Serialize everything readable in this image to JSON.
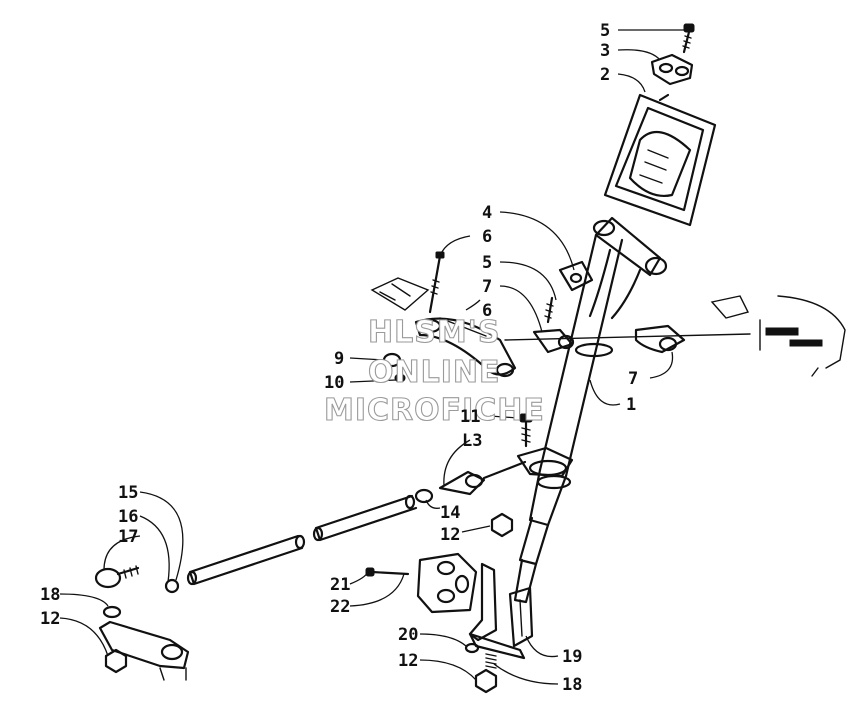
{
  "callouts": [
    {
      "id": "c-5-top",
      "text": "5"
    },
    {
      "id": "c-3",
      "text": "3"
    },
    {
      "id": "c-2",
      "text": "2"
    },
    {
      "id": "c-4",
      "text": "4"
    },
    {
      "id": "c-6-top",
      "text": "6"
    },
    {
      "id": "c-5-mid",
      "text": "5"
    },
    {
      "id": "c-7-left",
      "text": "7"
    },
    {
      "id": "c-6-mid",
      "text": "6"
    },
    {
      "id": "c-9",
      "text": "9"
    },
    {
      "id": "c-10",
      "text": "10"
    },
    {
      "id": "c-7-right",
      "text": "7"
    },
    {
      "id": "c-1",
      "text": "1"
    },
    {
      "id": "c-11",
      "text": "11"
    },
    {
      "id": "c-13",
      "text": "L3"
    },
    {
      "id": "c-15",
      "text": "15"
    },
    {
      "id": "c-16",
      "text": "16"
    },
    {
      "id": "c-17",
      "text": "17"
    },
    {
      "id": "c-14",
      "text": "14"
    },
    {
      "id": "c-12-mid",
      "text": "12"
    },
    {
      "id": "c-21",
      "text": "21"
    },
    {
      "id": "c-22",
      "text": "22"
    },
    {
      "id": "c-18-left",
      "text": "18"
    },
    {
      "id": "c-12-left",
      "text": "12"
    },
    {
      "id": "c-20",
      "text": "20"
    },
    {
      "id": "c-19",
      "text": "19"
    },
    {
      "id": "c-12-bottom",
      "text": "12"
    },
    {
      "id": "c-18-bottom",
      "text": "18"
    }
  ],
  "watermark": {
    "line1": "HLSM'S",
    "line2": "ONLINE",
    "line3": "MICROFICHE"
  }
}
